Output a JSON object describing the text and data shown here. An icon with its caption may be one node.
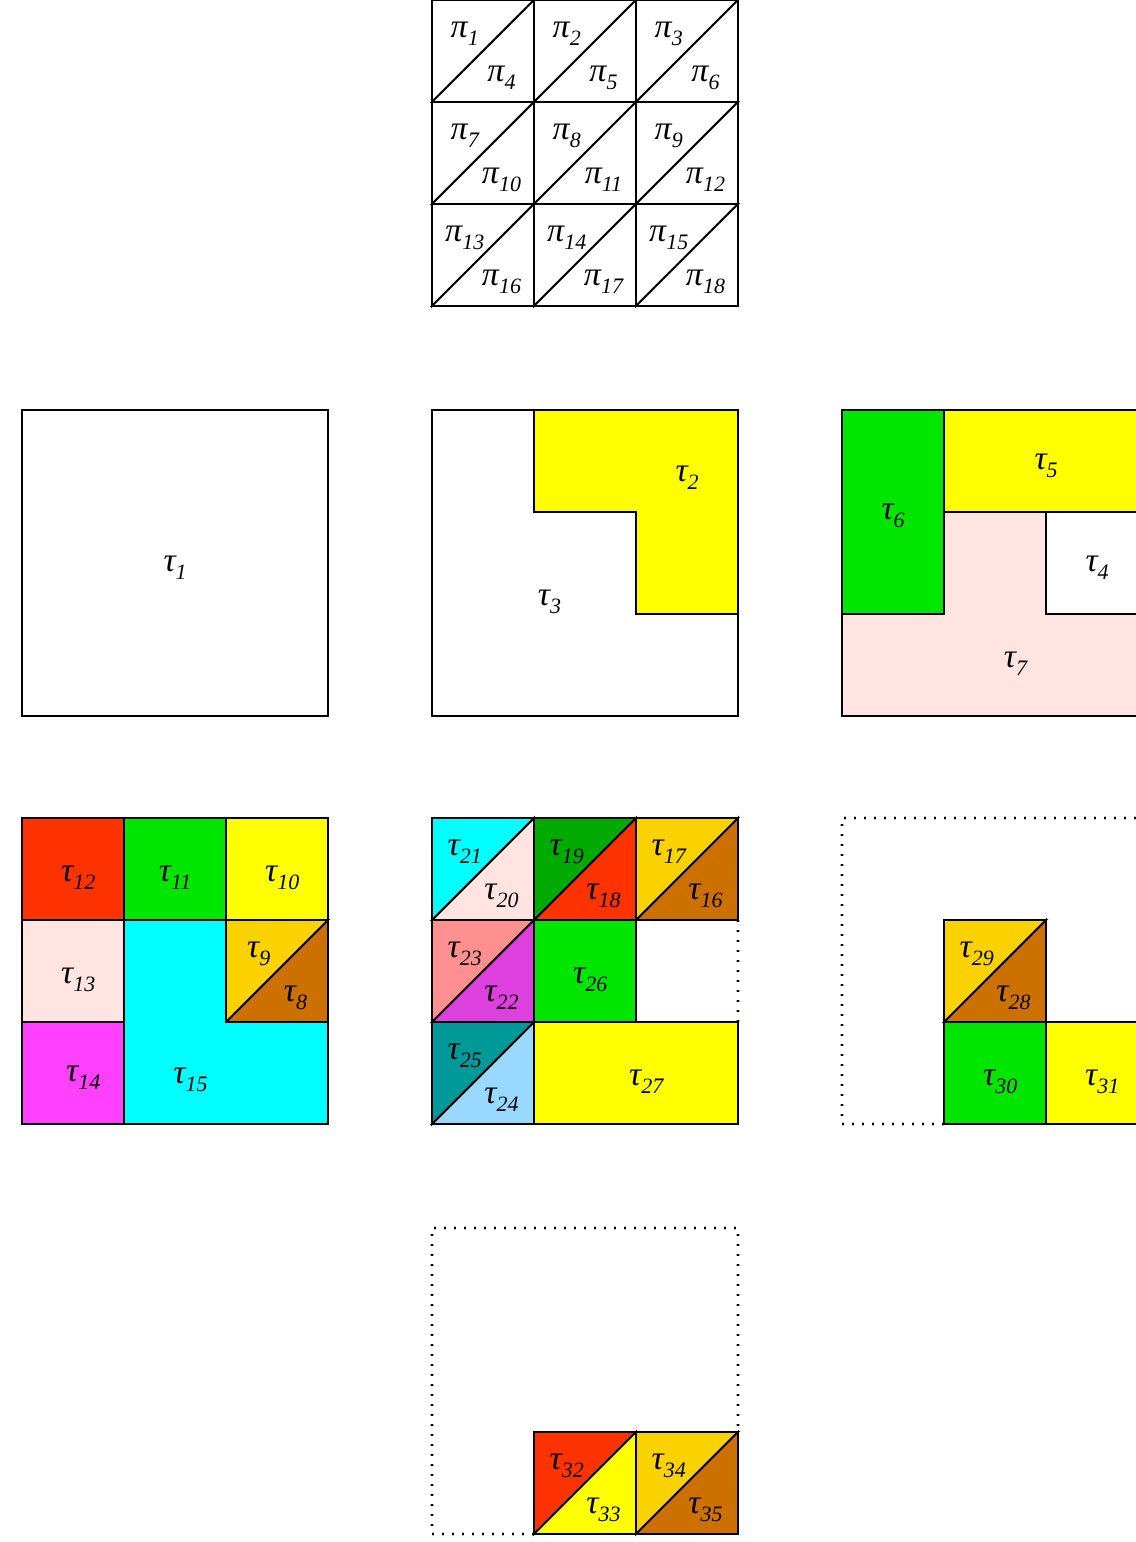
{
  "diagram": {
    "nodes": [
      {
        "text": [
          "π$_{1}$"
        ]
      },
      {
        "text": [
          "π$_{2}$"
        ]
      },
      {
        "text": [
          "π$_{3}$"
        ]
      },
      {
        "text": [
          "π$_{4}$"
        ]
      },
      {
        "text": [
          "π$_{5}$"
        ]
      },
      {
        "text": [
          "π$_{6}$"
        ]
      },
      {
        "text": [
          "π$_{7}$"
        ]
      },
      {
        "text": [
          "π$_{8}$"
        ]
      },
      {
        "text": [
          "π$_{9}$"
        ]
      },
      {
        "text": [
          "π$_{10}$"
        ]
      },
      {
        "text": [
          "π$_{11}$"
        ]
      },
      {
        "text": [
          "π$_{12}$"
        ]
      },
      {
        "text": [
          "π$_{13}$"
        ]
      },
      {
        "text": [
          "π$_{14}$"
        ]
      },
      {
        "text": [
          "π$_{15}$"
        ]
      },
      {
        "text": [
          "π$_{16}$"
        ]
      },
      {
        "text": [
          "π$_{17}$"
        ]
      },
      {
        "text": [
          "π$_{18}$"
        ]
      },
      {
        "text": [
          "τ$_{1}$"
        ]
      },
      {
        "text": [
          "τ$_{2}$"
        ]
      },
      {
        "text": [
          "τ$_{3}$"
        ]
      },
      {
        "text": [
          "τ$_{4}$"
        ]
      },
      {
        "text": [
          "τ$_{5}$"
        ]
      },
      {
        "text": [
          "τ$_{6}$"
        ]
      },
      {
        "text": [
          "τ$_{7}$"
        ]
      },
      {
        "text": [
          "τ$_{8}$"
        ]
      },
      {
        "text": [
          "τ$_{9}$"
        ]
      },
      {
        "text": [
          "τ$_{10}$"
        ]
      },
      {
        "text": [
          "τ$_{11}$"
        ]
      },
      {
        "text": [
          "τ$_{12}$"
        ]
      },
      {
        "text": [
          "τ$_{13}$"
        ]
      },
      {
        "text": [
          "τ$_{14}$"
        ]
      },
      {
        "text": [
          "τ$_{15}$"
        ]
      },
      {
        "text": [
          "τ$_{16}$"
        ]
      },
      {
        "text": [
          "τ$_{17}$"
        ]
      },
      {
        "text": [
          "τ$_{18}$"
        ]
      },
      {
        "text": [
          "τ$_{19}$"
        ]
      },
      {
        "text": [
          "τ$_{20}$"
        ]
      },
      {
        "text": [
          "τ$_{21}$"
        ]
      },
      {
        "text": [
          "τ$_{22}$"
        ]
      },
      {
        "text": [
          "τ$_{23}$"
        ]
      },
      {
        "text": [
          "τ$_{24}$"
        ]
      },
      {
        "text": [
          "τ$_{25}$"
        ]
      },
      {
        "text": [
          "τ$_{26}$"
        ]
      },
      {
        "text": [
          "τ$_{27}$"
        ]
      },
      {
        "text": [
          "τ$_{28}$"
        ]
      },
      {
        "text": [
          "τ$_{29}$"
        ]
      },
      {
        "text": [
          "τ$_{30}$"
        ]
      },
      {
        "text": [
          "τ$_{31}$"
        ]
      },
      {
        "text": [
          "τ$_{32}$"
        ]
      },
      {
        "text": [
          "τ$_{33}$"
        ]
      },
      {
        "text": [
          "τ$_{34}$"
        ]
      },
      {
        "text": [
          "τ$_{35}$"
        ]
      }
    ]
  }
}
